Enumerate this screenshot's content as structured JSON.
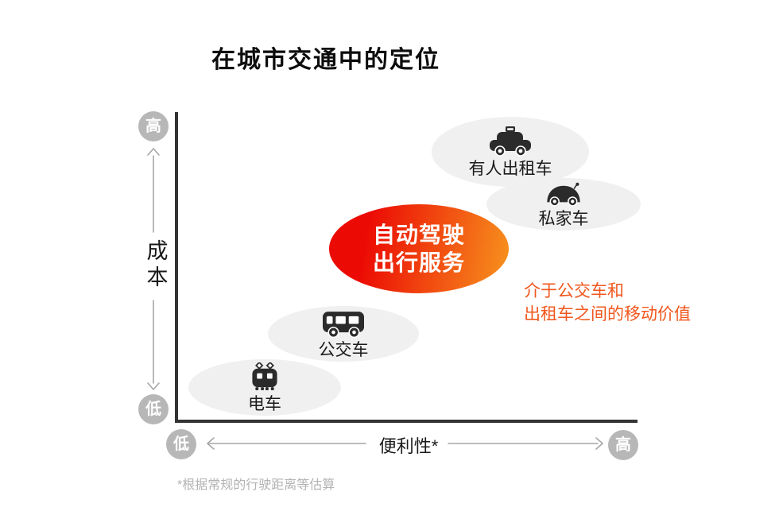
{
  "title": "在城市交通中的定位",
  "axes": {
    "y": {
      "label": "成本",
      "high": "高",
      "low": "低"
    },
    "x": {
      "label": "便利性*",
      "low": "低",
      "high": "高"
    }
  },
  "bubbles": [
    {
      "id": "tram",
      "label": "电车",
      "icon": "tram-icon"
    },
    {
      "id": "bus",
      "label": "公交车",
      "icon": "bus-icon"
    },
    {
      "id": "taxi",
      "label": "有人出租车",
      "icon": "taxi-icon"
    },
    {
      "id": "private-car",
      "label": "私家车",
      "icon": "car-icon"
    }
  ],
  "highlight": {
    "line1": "自动驾驶",
    "line2": "出行服务",
    "gradient_from": "#ec0b04",
    "gradient_to": "#f7941e"
  },
  "annotation": {
    "line1": "介于公交车和",
    "line2": "出租车之间的移动价值",
    "color": "#f1571d"
  },
  "footnote": "*根据常规的行驶距离等估算",
  "colors": {
    "bubble_gray": "#f0f0f0",
    "axis_dark": "#333333",
    "axis_marker_gray": "#b7b7b7",
    "arrow_gray": "#a6a6a6",
    "icon_black": "#2b2b2b",
    "footnote_gray": "#b3b3b3"
  },
  "chart_data": {
    "type": "scatter",
    "title": "在城市交通中的定位",
    "xlabel": "便利性*",
    "ylabel": "成本",
    "x_range_labels": [
      "低",
      "高"
    ],
    "y_range_labels": [
      "低",
      "高"
    ],
    "grid": false,
    "legend": false,
    "points": [
      {
        "label": "电车",
        "convenience": 0.19,
        "cost": 0.11,
        "style": "gray-ellipse",
        "icon": "tram"
      },
      {
        "label": "公交车",
        "convenience": 0.36,
        "cost": 0.28,
        "style": "gray-ellipse",
        "icon": "bus"
      },
      {
        "label": "自动驾驶出行服务",
        "convenience": 0.53,
        "cost": 0.56,
        "style": "red-orange-gradient-ellipse",
        "icon": "none"
      },
      {
        "label": "私家车",
        "convenience": 0.84,
        "cost": 0.7,
        "style": "gray-ellipse",
        "icon": "car"
      },
      {
        "label": "有人出租车",
        "convenience": 0.73,
        "cost": 0.87,
        "style": "gray-ellipse",
        "icon": "taxi"
      }
    ],
    "annotation": "介于公交车和出租车之间的移动价值",
    "footnote": "*根据常规的行驶距离等估算"
  }
}
